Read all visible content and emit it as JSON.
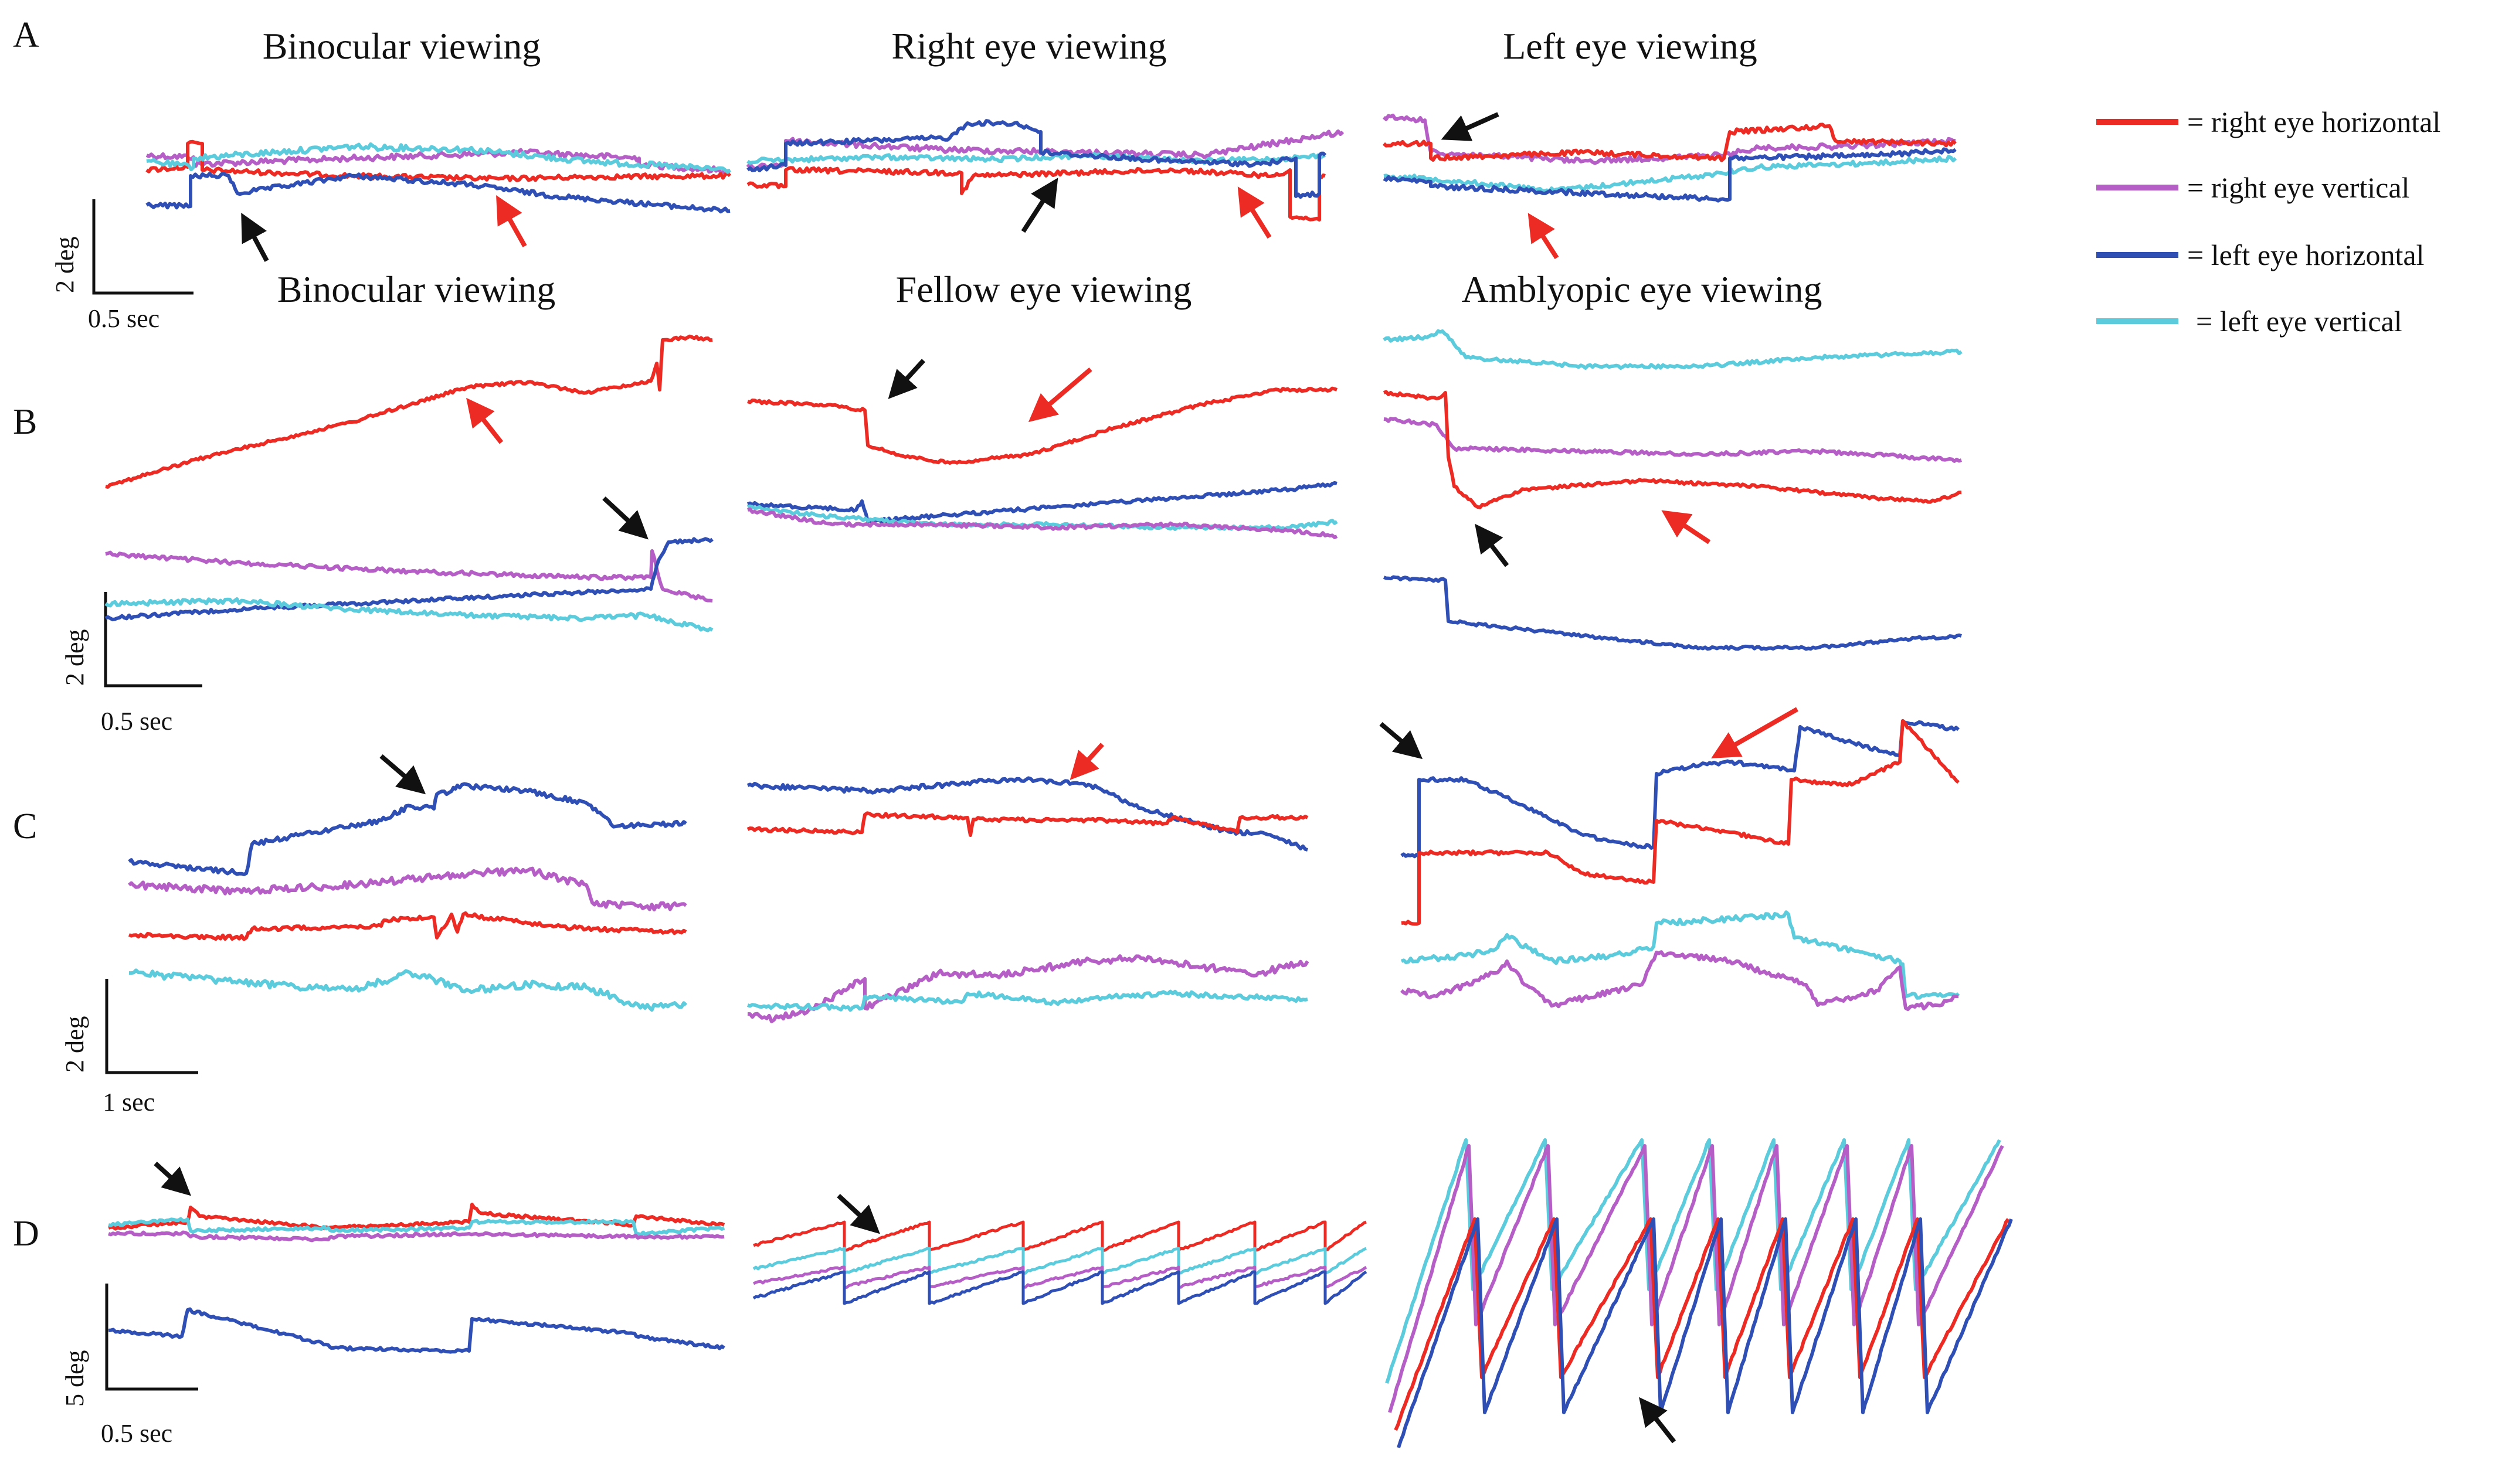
{
  "colors": {
    "right_eye_horizontal": "#ec2b24",
    "right_eye_vertical": "#b55fc6",
    "left_eye_horizontal": "#2f4fb4",
    "left_eye_vertical": "#5ccbdc",
    "arrow_black": "#111111",
    "arrow_red": "#ec2b24"
  },
  "legend": [
    {
      "key": "right_eye_horizontal",
      "label": "= right eye horizontal"
    },
    {
      "key": "right_eye_vertical",
      "label": "= right eye vertical"
    },
    {
      "key": "left_eye_horizontal",
      "label": "= left eye horizontal"
    },
    {
      "key": "left_eye_vertical",
      "label": "= left eye vertical"
    }
  ],
  "rows": [
    {
      "letter": "A",
      "titles": [
        "Binocular viewing",
        "Right eye viewing",
        "Left eye viewing"
      ],
      "scale": {
        "y": "2 deg",
        "x": "0.5 sec"
      }
    },
    {
      "letter": "B",
      "titles": [
        "Binocular viewing",
        "Fellow eye viewing",
        "Amblyopic eye viewing"
      ],
      "scale": {
        "y": "2 deg",
        "x": "0.5 sec"
      }
    },
    {
      "letter": "C",
      "titles": [],
      "scale": {
        "y": "2 deg",
        "x": "1 sec"
      }
    },
    {
      "letter": "D",
      "titles": [],
      "scale": {
        "y": "5 deg",
        "x": "0.5 sec"
      }
    }
  ],
  "chart_data": {
    "type": "line",
    "description_units": "traces are eye-position recordings; values shown qualitatively (relative deg offsets)",
    "series_keys": [
      "right_eye_horizontal",
      "right_eye_vertical",
      "left_eye_horizontal",
      "left_eye_vertical"
    ]
  }
}
